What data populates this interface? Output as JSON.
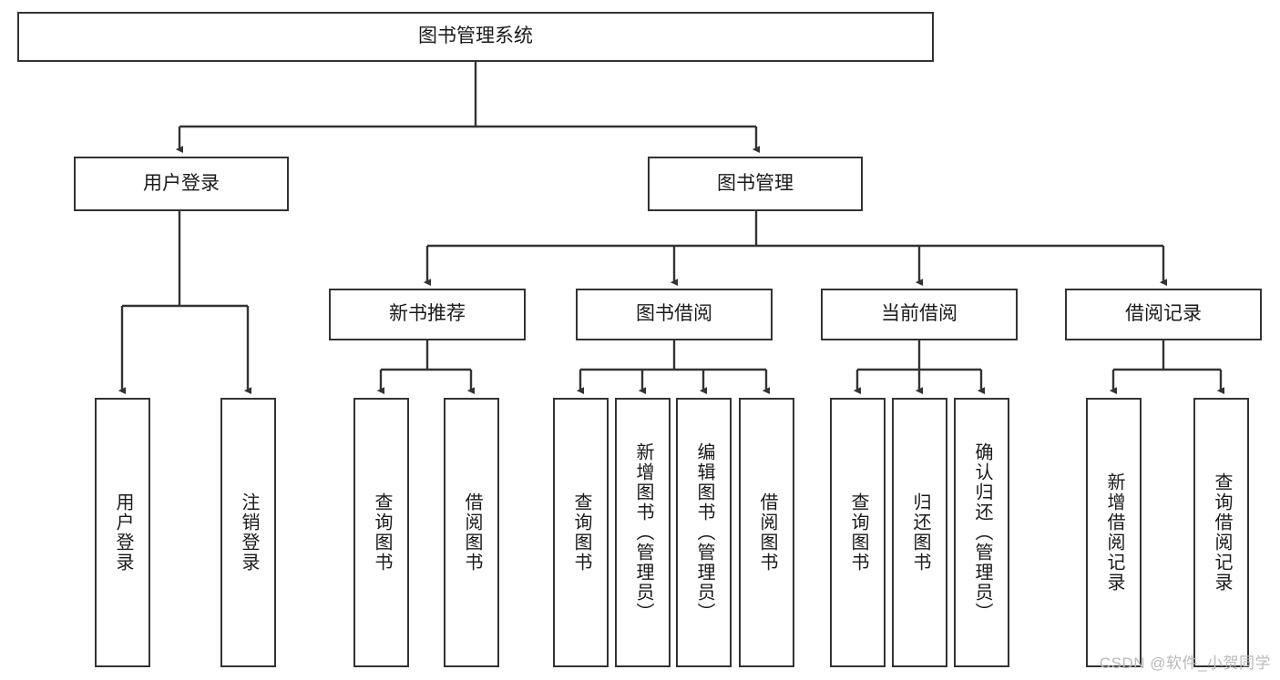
{
  "diagram": {
    "type": "tree",
    "title": "图书管理系统",
    "watermark": "CSDN @软件_小贺同学",
    "colors": {
      "node_border": "#333333",
      "node_fill": "#ffffff",
      "edge": "#333333",
      "text": "#1a1a1a",
      "watermark": "#b9b9b9",
      "background": "#ffffff"
    },
    "nodes": {
      "root": {
        "label": "图书管理系统"
      },
      "level2": [
        {
          "id": "user-login",
          "label": "用户登录"
        },
        {
          "id": "book-management",
          "label": "图书管理"
        }
      ],
      "level3": [
        {
          "id": "new-book-recommend",
          "label": "新书推荐"
        },
        {
          "id": "book-borrow",
          "label": "图书借阅"
        },
        {
          "id": "current-borrow",
          "label": "当前借阅"
        },
        {
          "id": "borrow-record",
          "label": "借阅记录"
        }
      ],
      "leaves": {
        "user-login": [
          {
            "id": "leaf-user-login",
            "label": "用户登录"
          },
          {
            "id": "leaf-logout-login",
            "label": "注销登录"
          }
        ],
        "new-book-recommend": [
          {
            "id": "leaf-query-book-1",
            "label": "查询图书"
          },
          {
            "id": "leaf-borrow-book-1",
            "label": "借阅图书"
          }
        ],
        "book-borrow": [
          {
            "id": "leaf-query-book-2",
            "label": "查询图书"
          },
          {
            "id": "leaf-add-book",
            "label": "新增图书（管理员）"
          },
          {
            "id": "leaf-edit-book",
            "label": "编辑图书（管理员）"
          },
          {
            "id": "leaf-borrow-book-2",
            "label": "借阅图书"
          }
        ],
        "current-borrow": [
          {
            "id": "leaf-query-book-3",
            "label": "查询图书"
          },
          {
            "id": "leaf-return-book",
            "label": "归还图书"
          },
          {
            "id": "leaf-confirm-return",
            "label": "确认归还（管理员）"
          }
        ],
        "borrow-record": [
          {
            "id": "leaf-add-record",
            "label": "新增借阅记录"
          },
          {
            "id": "leaf-query-record",
            "label": "查询借阅记录"
          }
        ]
      }
    }
  }
}
